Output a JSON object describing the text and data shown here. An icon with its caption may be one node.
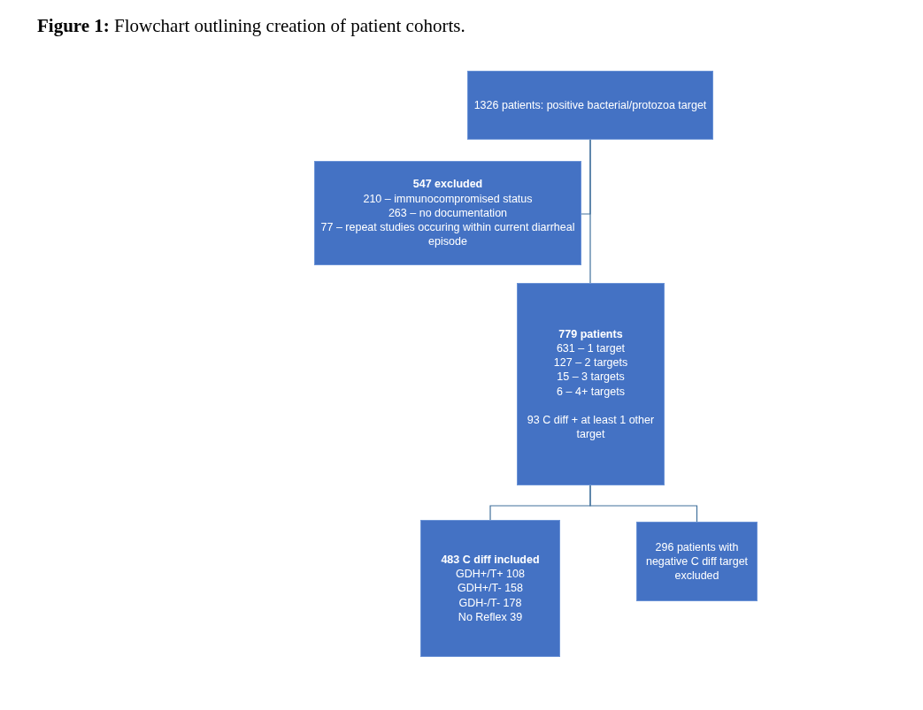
{
  "diagram": {
    "title": "**Figure 1:** Flowchart outlining creation of patient cohorts.",
    "nodes": [
      {
        "text": [
          "1326 patients: positive bacterial/protozoa target"
        ]
      },
      {
        "text": [
          "547 excluded",
          "210 – immunocompromised status",
          "263 – no documentation",
          "77 – repeat studies occuring within current diarrheal episode"
        ]
      },
      {
        "text": [
          "779 patients",
          "631 – 1 target",
          "127 – 2 targets",
          "15 – 3 targets",
          "6 – 4+ targets",
          "93 C diff + at least 1 other target"
        ]
      },
      {
        "text": [
          "483 C diff included",
          "GDH+/T+ 108",
          "GDH+/T- 158",
          "GDH-/T- 178",
          "No Reflex 39"
        ]
      },
      {
        "text": [
          "296 patients with negative C diff target excluded"
        ]
      }
    ],
    "edges": [
      {
        "from": 0,
        "to": 1,
        "arrow": "none"
      },
      {
        "from": 0,
        "to": 2,
        "arrow": "none"
      },
      {
        "from": 2,
        "to": 3,
        "arrow": "none"
      },
      {
        "from": 2,
        "to": 4,
        "arrow": "none"
      }
    ]
  }
}
